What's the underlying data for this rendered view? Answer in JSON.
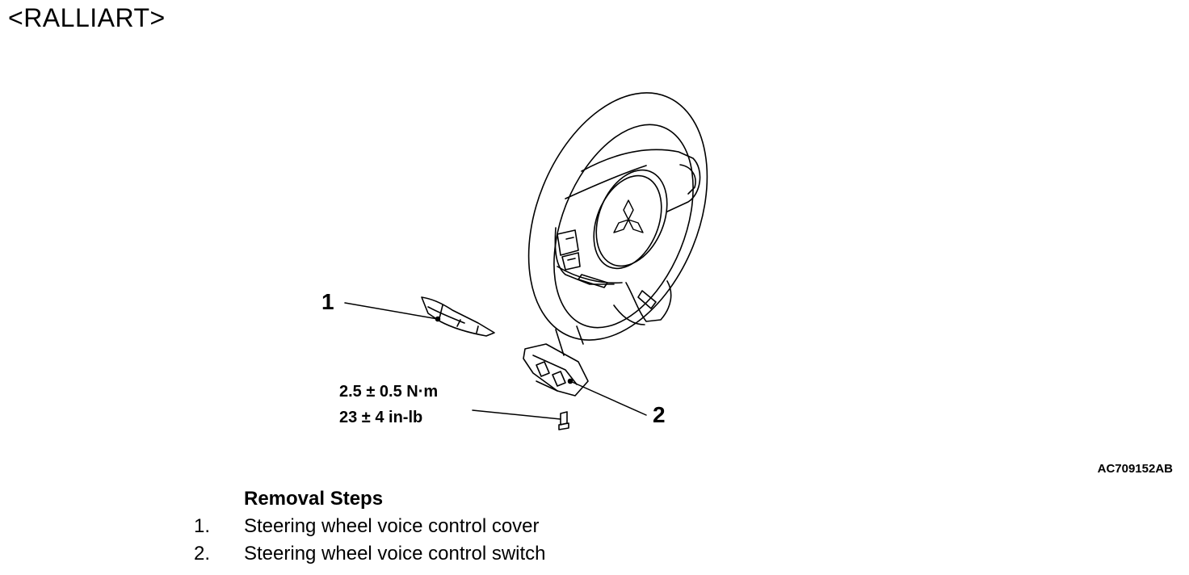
{
  "header": {
    "title": "<RALLIART>"
  },
  "callouts": [
    {
      "label": "1"
    },
    {
      "label": "2"
    }
  ],
  "torque_spec": {
    "metric": "2.5 ± 0.5 N·m",
    "imperial": "23 ± 4 in-lb"
  },
  "figure_id": "AC709152AB",
  "removal_steps": {
    "heading": "Removal Steps",
    "items": [
      {
        "number": "1.",
        "text": "Steering wheel voice control cover"
      },
      {
        "number": "2.",
        "text": "Steering wheel voice control switch"
      }
    ]
  }
}
